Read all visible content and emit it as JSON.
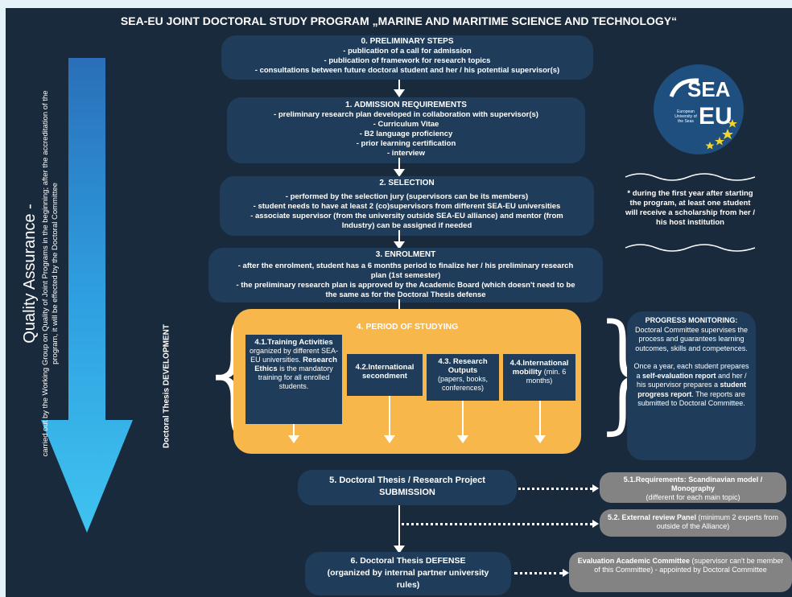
{
  "title": "SEA-EU JOINT DOCTORAL STUDY PROGRAM „MARINE AND MARITIME SCIENCE AND TECHNOLOGY“",
  "quality_assurance": {
    "title": "Quality Assurance -",
    "text": "carried out by the Working Group on Quality of Joint Programs in the beginning; after the accreditation of the program, it will be effected by the Doctoral Committee"
  },
  "steps": {
    "s0": {
      "title": "0. PRELIMINARY STEPS",
      "lines": [
        "- publication of a call for admission",
        "- publication of framework for research topics",
        "- consultations between future doctoral student and her / his potential supervisor(s)"
      ]
    },
    "s1": {
      "title": "1. ADMISSION REQUIREMENTS",
      "lines": [
        "- preliminary research plan developed in collaboration with supervisor(s)",
        "- Curriculum Vitae",
        "- B2 language proficiency",
        "- prior learning certification",
        "- interview"
      ]
    },
    "s2": {
      "title": "2. SELECTION",
      "lines": [
        "- performed by the selection jury (supervisors can be its members)",
        "- student needs to have at least 2 (co)supervisors from different SEA-EU universities",
        "- associate supervisor (from the university outside SEA-EU alliance) and mentor (from",
        "Industry) can be assigned if needed"
      ]
    },
    "s3": {
      "title": "3. ENROLMENT",
      "lines": [
        "- after the enrolment, student has a 6 months period to finalize her / his preliminary research",
        "plan (1st semester)",
        "- the preliminary research plan is approved by the Academic Board (which doesn't need to be",
        "the same as for the Doctoral Thesis defense"
      ]
    }
  },
  "development_label": "Doctoral Thesis DEVELOPMENT",
  "period": {
    "title": "4. PERIOD OF STUDYING",
    "items": [
      {
        "bold": "4.1.Training Activities",
        "text1": "organized by different SEA-EU universities.",
        "bold2": "Research Ethics",
        "text2": "is the mandatory training for all enrolled students."
      },
      {
        "bold": "4.2.International secondment"
      },
      {
        "bold": "4.3. Research Outputs",
        "text1": "(papers, books, conferences)"
      },
      {
        "bold": "4.4.International mobility",
        "text1": "(min. 6 months)"
      }
    ]
  },
  "progress": {
    "title": "PROGRESS MONITORING:",
    "p1": "Doctoral Committee supervises the process and guarantees learning outcomes, skills and competences.",
    "p2a": "Once a year, each student prepares a",
    "p2b": "self-evaluation report",
    "p2c": "and her / his supervisor prepares a",
    "p2d": "student progress report",
    "p2e": ". The reports are submitted to Doctoral Committee."
  },
  "note": "* during the first year after starting the program, at least one student will receive a scholarship from her / his host institution",
  "step5": {
    "line1": "5. Doctoral Thesis / Research Project",
    "line2": "SUBMISSION"
  },
  "step6": {
    "line1": "6. Doctoral Thesis DEFENSE",
    "line2": "(organized by internal partner university",
    "line3": "rules)"
  },
  "grey": {
    "g1a": "5.1.Requirements: Scandinavian model /",
    "g1b": "Monography",
    "g1c": "(different for each main topic)",
    "g2a": "5.2. External review Panel",
    "g2b": "(minimum 2 experts from outside of the Alliance)",
    "g3a": "Evaluation Academic Committee",
    "g3b": "(supervisor can't be member of this Committee) - appointed by Doctoral Committee"
  },
  "logo": {
    "top": "SEA",
    "bottom": "EU",
    "small": "European University of the Seas"
  },
  "colors": {
    "background": "#1a2a3d",
    "box": "#1f3d5a",
    "orange": "#f7b74a",
    "grey": "#838383",
    "arrow": "#2e9fe0"
  }
}
